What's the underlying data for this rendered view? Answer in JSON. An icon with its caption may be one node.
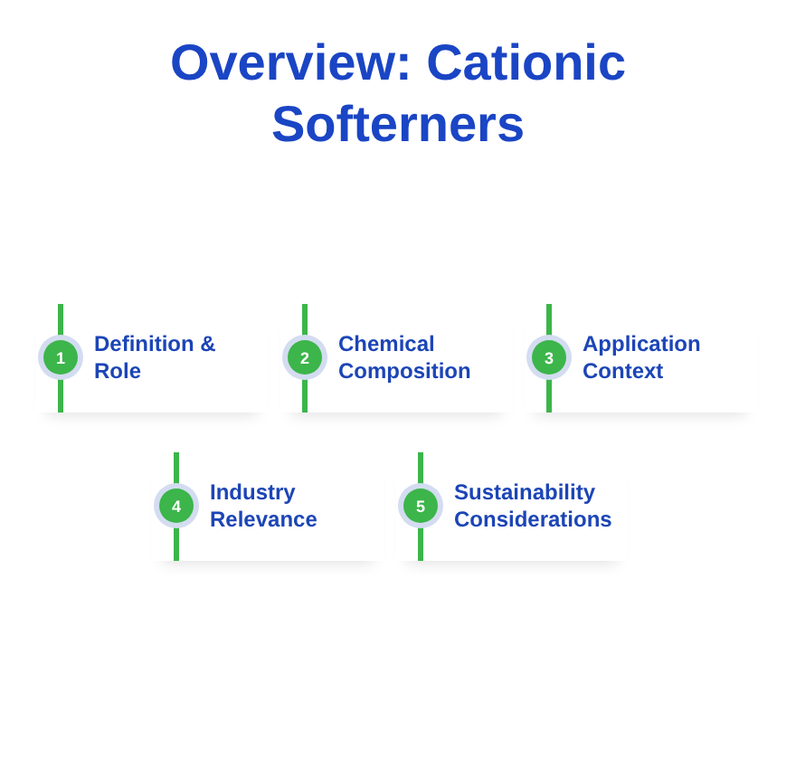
{
  "diagram": {
    "title": "Overview: Cationic Softerners",
    "nodes": [
      {
        "text": [
          "1",
          "Definition & Role"
        ]
      },
      {
        "text": [
          "2",
          "Chemical Composition"
        ]
      },
      {
        "text": [
          "3",
          "Application Context"
        ]
      },
      {
        "text": [
          "4",
          "Industry Relevance"
        ]
      },
      {
        "text": [
          "5",
          "Sustainability Considerations"
        ]
      }
    ],
    "edges": []
  }
}
